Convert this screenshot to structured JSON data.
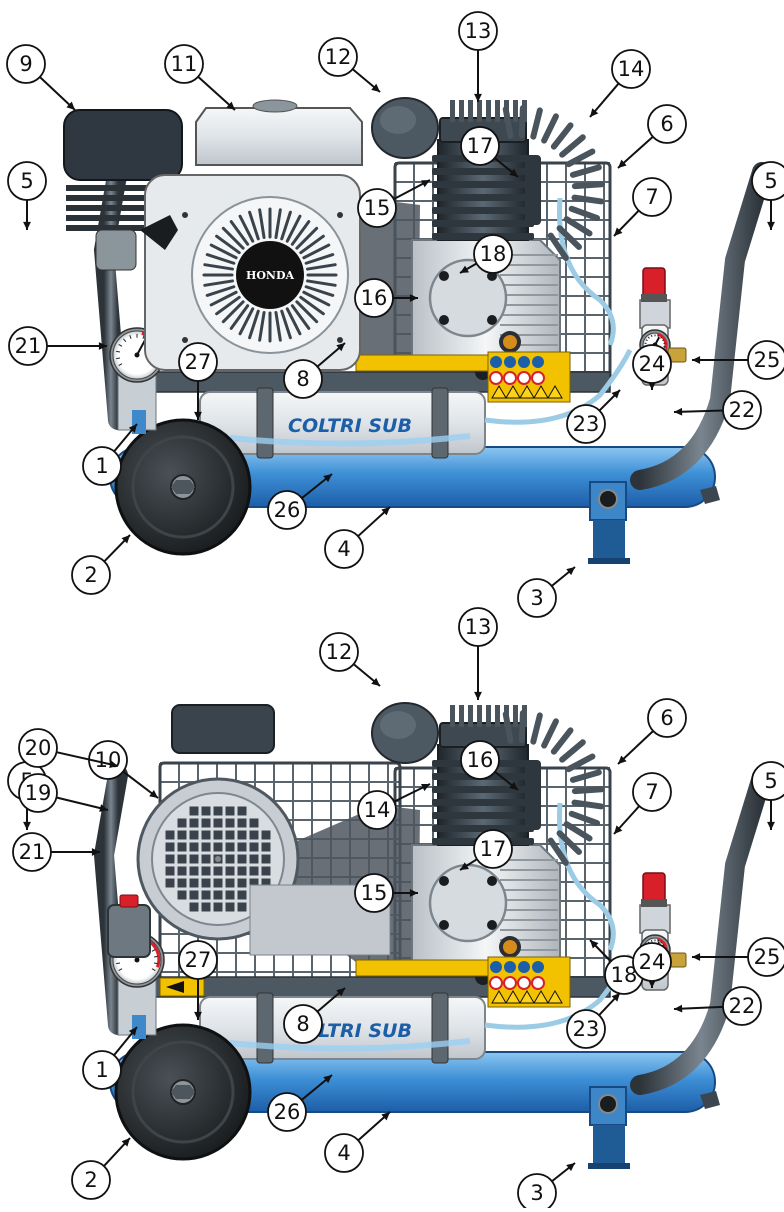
{
  "diagram": {
    "views": [
      {
        "id": "top",
        "engine": "petrol",
        "engine_logo": "HONDA",
        "tank_brand": "COLTRI SUB",
        "has_start_label": false
      },
      {
        "id": "bottom",
        "engine": "electric",
        "tank_brand": "COLTRI SUB",
        "has_start_label": true
      }
    ],
    "callouts": [
      {
        "view": "top",
        "number": "1"
      },
      {
        "view": "top",
        "number": "2"
      },
      {
        "view": "top",
        "number": "3"
      },
      {
        "view": "top",
        "number": "4"
      },
      {
        "view": "top",
        "number": "5"
      },
      {
        "view": "top",
        "number": "5"
      },
      {
        "view": "top",
        "number": "6"
      },
      {
        "view": "top",
        "number": "7"
      },
      {
        "view": "top",
        "number": "8"
      },
      {
        "view": "top",
        "number": "9"
      },
      {
        "view": "top",
        "number": "11"
      },
      {
        "view": "top",
        "number": "12"
      },
      {
        "view": "top",
        "number": "13"
      },
      {
        "view": "top",
        "number": "14"
      },
      {
        "view": "top",
        "number": "15"
      },
      {
        "view": "top",
        "number": "16"
      },
      {
        "view": "top",
        "number": "17"
      },
      {
        "view": "top",
        "number": "18"
      },
      {
        "view": "top",
        "number": "21"
      },
      {
        "view": "top",
        "number": "22"
      },
      {
        "view": "top",
        "number": "23"
      },
      {
        "view": "top",
        "number": "24"
      },
      {
        "view": "top",
        "number": "25"
      },
      {
        "view": "top",
        "number": "26"
      },
      {
        "view": "top",
        "number": "27"
      },
      {
        "view": "bottom",
        "number": "1"
      },
      {
        "view": "bottom",
        "number": "2"
      },
      {
        "view": "bottom",
        "number": "3"
      },
      {
        "view": "bottom",
        "number": "4"
      },
      {
        "view": "bottom",
        "number": "5"
      },
      {
        "view": "bottom",
        "number": "5"
      },
      {
        "view": "bottom",
        "number": "6"
      },
      {
        "view": "bottom",
        "number": "7"
      },
      {
        "view": "bottom",
        "number": "8"
      },
      {
        "view": "bottom",
        "number": "10"
      },
      {
        "view": "bottom",
        "number": "12"
      },
      {
        "view": "bottom",
        "number": "13"
      },
      {
        "view": "bottom",
        "number": "14"
      },
      {
        "view": "bottom",
        "number": "15"
      },
      {
        "view": "bottom",
        "number": "16"
      },
      {
        "view": "bottom",
        "number": "17"
      },
      {
        "view": "bottom",
        "number": "18"
      },
      {
        "view": "bottom",
        "number": "19"
      },
      {
        "view": "bottom",
        "number": "20"
      },
      {
        "view": "bottom",
        "number": "21"
      },
      {
        "view": "bottom",
        "number": "22"
      },
      {
        "view": "bottom",
        "number": "23"
      },
      {
        "view": "bottom",
        "number": "24"
      },
      {
        "view": "bottom",
        "number": "25"
      },
      {
        "view": "bottom",
        "number": "26"
      },
      {
        "view": "bottom",
        "number": "27"
      }
    ]
  },
  "colors": {
    "tank_blue": "#3d8fd6",
    "frame_grey": "#4a5560",
    "metal_light": "#dfe3e6",
    "cylinder_dark": "#3b4650",
    "wheel_dark": "#2b2f33",
    "warning_yellow": "#f2c200",
    "valve_red": "#d8202a",
    "brand_blue": "#1d5ea8"
  }
}
